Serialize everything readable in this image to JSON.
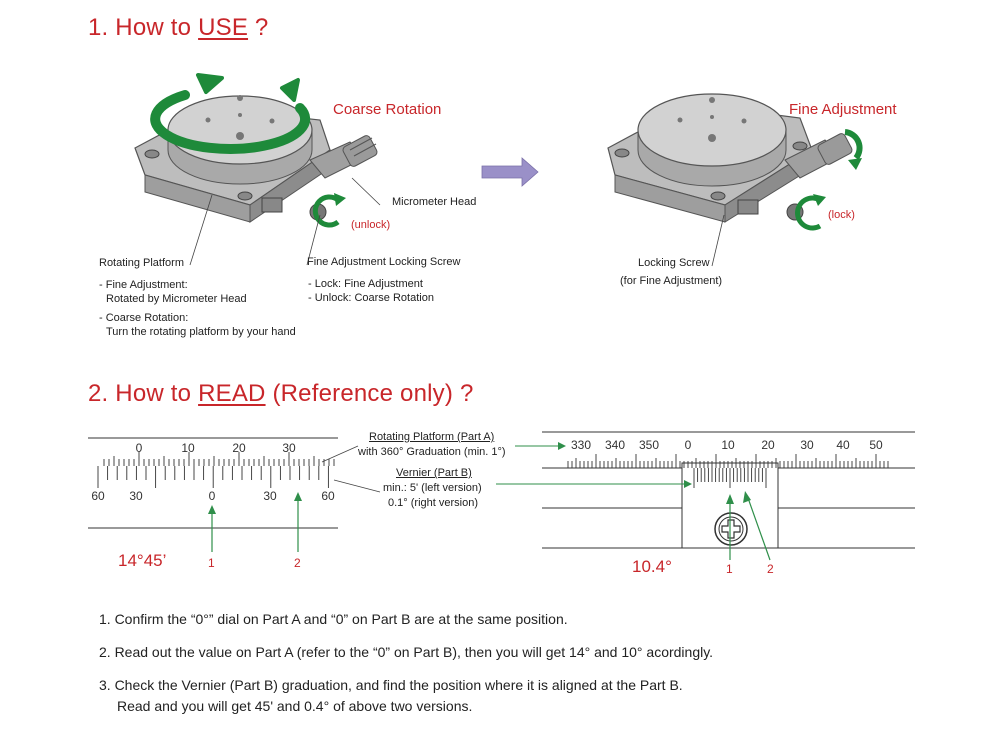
{
  "section1": {
    "num": "1.",
    "pre": "How to",
    "emph": "USE",
    "post": "?"
  },
  "use_left": {
    "coarse_rotation": "Coarse Rotation",
    "micrometer_head": "Micrometer Head",
    "unlock": "(unlock)",
    "rotating_platform": "Rotating Platform",
    "fine_adj_locking_screw": "Fine Adjustment Locking Screw",
    "fine_adjustment_line1": "- Fine Adjustment:",
    "fine_adjustment_line2": "Rotated by Micrometer Head",
    "coarse_line1": "- Coarse  Rotation:",
    "coarse_line2": "Turn the rotating platform by your hand",
    "lock_line": "- Lock: Fine Adjustment",
    "unlock_line": "- Unlock: Coarse Rotation"
  },
  "use_right": {
    "fine_adjustment": "Fine Adjustment",
    "lock": "(lock)",
    "locking_screw": "Locking Screw",
    "locking_screw_sub": "(for Fine Adjustment)"
  },
  "section2": {
    "num": "2.",
    "pre": "How to",
    "emph": "READ",
    "post": "(Reference only)",
    "qmark": "?"
  },
  "read_middle": {
    "part_a_title": "Rotating Platform (Part A)",
    "part_a_sub": "with 360° Graduation (min. 1°)",
    "part_b_title": "Vernier (Part B)",
    "part_b_line1": "min.: 5' (left version)",
    "part_b_line2": "0.1° (right version)"
  },
  "left_scale": {
    "top_labels": [
      "0",
      "10",
      "20",
      "30"
    ],
    "bottom_labels": [
      "60",
      "30",
      "0",
      "30",
      "60"
    ],
    "reading": "14°45’",
    "marker1": "1",
    "marker2": "2"
  },
  "right_scale": {
    "top_labels": [
      "330",
      "340",
      "350",
      "0",
      "10",
      "20",
      "30",
      "40",
      "50"
    ],
    "reading": "10.4°",
    "marker1": "1",
    "marker2": "2"
  },
  "steps": [
    "1. Confirm the “0°” dial on Part A and “0” on Part B are at the same position.",
    "2. Read out the value on Part A (refer to the “0” on Part B), then you will get 14° and 10° acordingly.",
    "3. Check the Vernier (Part B) graduation, and find the position where it is aligned at the Part B.",
    "Read and you will get 45' and 0.4° of above two versions."
  ],
  "colors": {
    "heading": "#c8262a",
    "arrow_green": "#1e8a3a",
    "marker_green": "#2f8f4a",
    "flow_arrow": "#9a90c8",
    "metal": "#c9c9c9"
  }
}
